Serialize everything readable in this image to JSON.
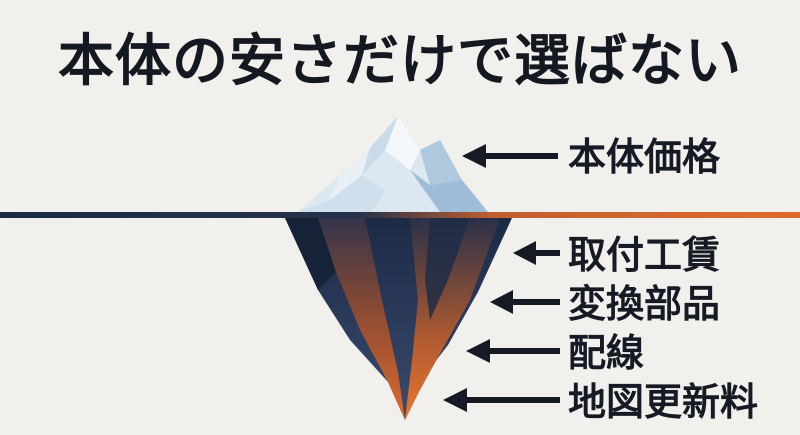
{
  "title": "本体の安さだけで選ばない",
  "above_water": {
    "label": "本体価格"
  },
  "below_water": [
    {
      "label": "取付工賃"
    },
    {
      "label": "変換部品"
    },
    {
      "label": "配線"
    },
    {
      "label": "地図更新料"
    }
  ],
  "colors": {
    "background": "#f1f0ec",
    "text": "#151a24",
    "ice_light": "#dce9f3",
    "ice_shadow": "#a9c6de",
    "deep_navy": "#1b2a44",
    "accent_orange": "#e06a2b"
  }
}
